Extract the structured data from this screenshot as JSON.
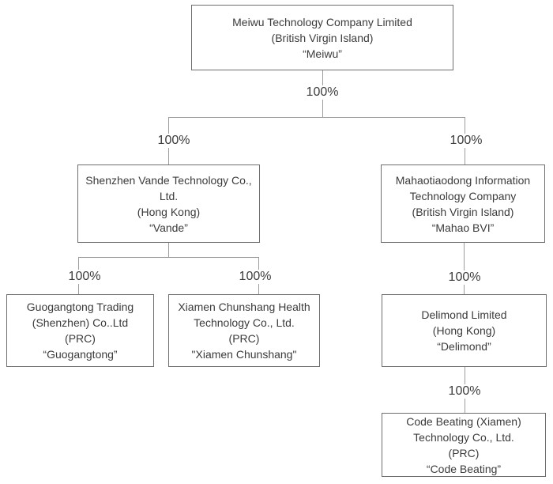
{
  "diagram": {
    "type": "corporate-structure-org-chart",
    "colors": {
      "background": "#ffffff",
      "box_border": "#6e6e6e",
      "connector_line": "#9c9c9c",
      "text": "#3b3b3b"
    },
    "nodes": {
      "meiwu": {
        "line1": "Meiwu Technology Company Limited",
        "line2": "(British Virgin Island)",
        "line3": "“Meiwu”"
      },
      "vande": {
        "line1": "Shenzhen Vande Technology Co.,",
        "line2": "Ltd.",
        "line3": "(Hong Kong)",
        "line4": "“Vande”"
      },
      "mahao": {
        "line1": "Mahaotiaodong Information",
        "line2": "Technology Company",
        "line3": "(British Virgin Island)",
        "line4": "“Mahao BVI”"
      },
      "guogangtong": {
        "line1": "Guogangtong Trading",
        "line2": "(Shenzhen) Co..Ltd",
        "line3": "(PRC)",
        "line4": "“Guogangtong”"
      },
      "xiamen": {
        "line1": "Xiamen Chunshang Health",
        "line2": "Technology Co., Ltd.",
        "line3": "(PRC)",
        "line4": "\"Xiamen Chunshang\""
      },
      "delimond": {
        "line1": "Delimond Limited",
        "line2": "(Hong Kong)",
        "line3": "“Delimond”"
      },
      "codebeating": {
        "line1": "Code Beating (Xiamen)",
        "line2": "Technology Co., Ltd.",
        "line3": "(PRC)",
        "line4": "“Code Beating”"
      }
    },
    "ownership": {
      "meiwu_down": "100%",
      "to_vande": "100%",
      "to_mahao": "100%",
      "to_guogangtong": "100%",
      "to_xiamen": "100%",
      "to_delimond": "100%",
      "to_codebeating": "100%"
    },
    "structure": [
      {
        "parent": "Meiwu Technology Company Limited",
        "child": "Shenzhen Vande Technology Co., Ltd.",
        "ownership": "100%"
      },
      {
        "parent": "Meiwu Technology Company Limited",
        "child": "Mahaotiaodong Information Technology Company",
        "ownership": "100%"
      },
      {
        "parent": "Shenzhen Vande Technology Co., Ltd.",
        "child": "Guogangtong Trading (Shenzhen) Co..Ltd",
        "ownership": "100%"
      },
      {
        "parent": "Shenzhen Vande Technology Co., Ltd.",
        "child": "Xiamen Chunshang Health Technology Co., Ltd.",
        "ownership": "100%"
      },
      {
        "parent": "Mahaotiaodong Information Technology Company",
        "child": "Delimond Limited",
        "ownership": "100%"
      },
      {
        "parent": "Delimond Limited",
        "child": "Code Beating (Xiamen) Technology Co., Ltd.",
        "ownership": "100%"
      }
    ]
  }
}
